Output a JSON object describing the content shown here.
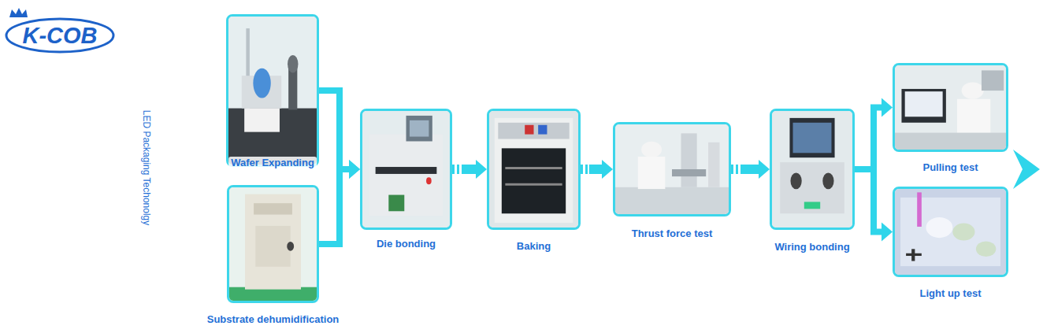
{
  "diagram": {
    "title": "LED Packaging Techonolgy",
    "nodes": [
      {
        "text": [
          "Wafer Expanding"
        ]
      },
      {
        "text": [
          "Substrate dehumidification"
        ]
      },
      {
        "text": [
          "Die bonding"
        ]
      },
      {
        "text": [
          "Baking"
        ]
      },
      {
        "text": [
          "Thrust force test"
        ]
      },
      {
        "text": [
          "Wiring bonding"
        ]
      },
      {
        "text": [
          "Pulling test"
        ]
      },
      {
        "text": [
          "Light up test"
        ]
      }
    ],
    "edges": [
      {
        "from": 0,
        "to": 2,
        "arrow": "to"
      },
      {
        "from": 1,
        "to": 2,
        "arrow": "to"
      },
      {
        "from": 2,
        "to": 3,
        "arrow": "to"
      },
      {
        "from": 3,
        "to": 4,
        "arrow": "to"
      },
      {
        "from": 4,
        "to": 5,
        "arrow": "to"
      },
      {
        "from": 5,
        "to": 6,
        "arrow": "to"
      },
      {
        "from": 5,
        "to": 7,
        "arrow": "to"
      }
    ],
    "labels": [
      "K-COB"
    ]
  }
}
